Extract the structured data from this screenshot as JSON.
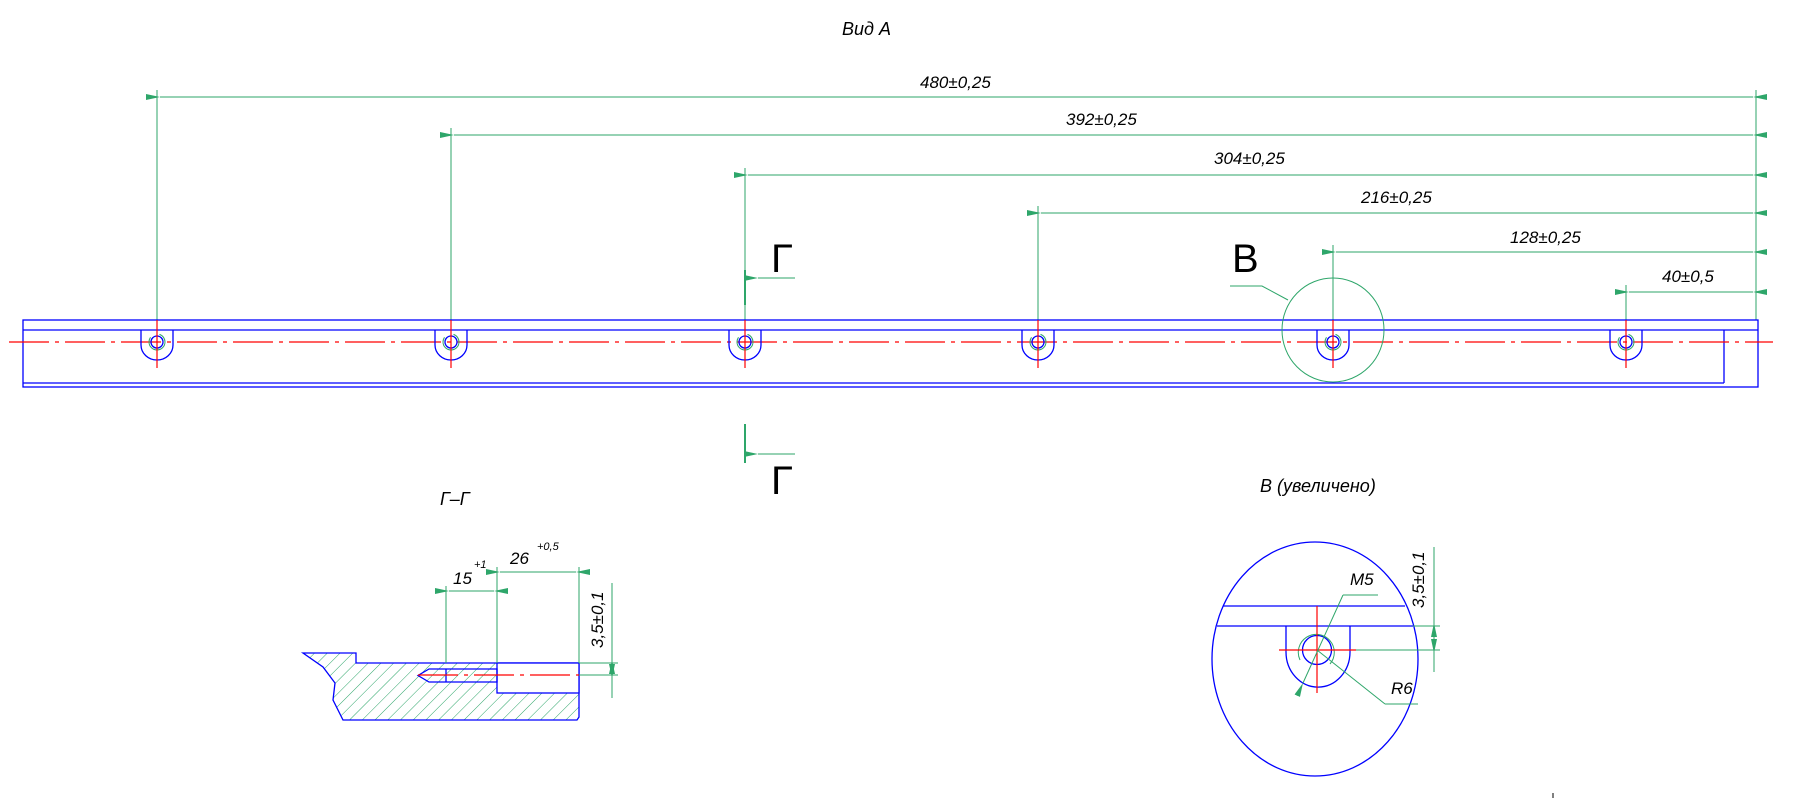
{
  "colors": {
    "outline": "#0000ff",
    "dimension": "#2ea66a",
    "centerline": "#ff0000",
    "text": "#000000"
  },
  "main_view": {
    "title": "Вид А",
    "dimensions": [
      "480±0,25",
      "392±0,25",
      "304±0,25",
      "216±0,25",
      "128±0,25",
      "40±0,5"
    ],
    "section_mark": "Г",
    "detail_mark": "В"
  },
  "section_view": {
    "title": "Г–Г",
    "dim_15": "15",
    "dim_15_tol": "+1",
    "dim_26": "26",
    "dim_26_tol": "+0,5",
    "dim_depth": "3,5±0,1"
  },
  "detail_view": {
    "title": "В (увеличено)",
    "thread": "M5",
    "radius": "R6",
    "dim_depth": "3,5±0,1"
  }
}
